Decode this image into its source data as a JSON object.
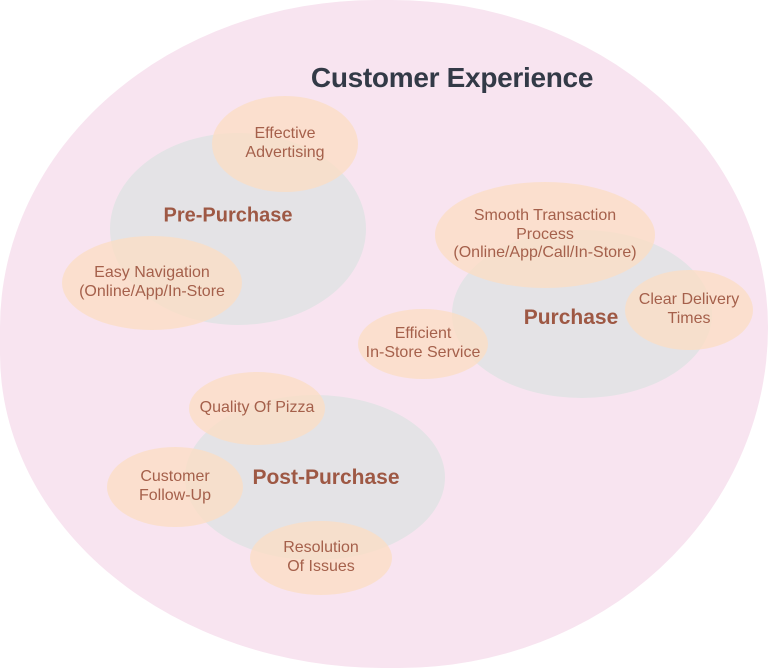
{
  "title": "Customer Experience",
  "stages": [
    {
      "label": "Pre-Purchase"
    },
    {
      "label": "Purchase"
    },
    {
      "label": "Post-Purchase"
    }
  ],
  "bubbles": [
    {
      "name": "effective-advertising",
      "lines": [
        "Effective",
        "Advertising"
      ]
    },
    {
      "name": "easy-navigation",
      "lines": [
        "Easy Navigation",
        "(Online/App/In-Store"
      ]
    },
    {
      "name": "smooth-transaction-process",
      "lines": [
        "Smooth Transaction",
        "Process",
        "(Online/App/Call/In-Store)"
      ]
    },
    {
      "name": "efficient-in-store-service",
      "lines": [
        "Efficient",
        "In-Store Service"
      ]
    },
    {
      "name": "clear-delivery-times",
      "lines": [
        "Clear Delivery",
        "Times"
      ]
    },
    {
      "name": "quality-of-pizza",
      "lines": [
        "Quality Of Pizza"
      ]
    },
    {
      "name": "customer-follow-up",
      "lines": [
        "Customer",
        "Follow-Up"
      ]
    },
    {
      "name": "resolution-of-issues",
      "lines": [
        "Resolution",
        "Of Issues"
      ]
    }
  ],
  "colors": {
    "blob": "#f8e4f0",
    "stage_fill": "#e4e3e6",
    "bubble_fill": "rgba(251, 222, 196, 0.78)",
    "bubble_text": "#a5604b",
    "stage_text": "#9e5844",
    "title_text": "#333a47"
  }
}
